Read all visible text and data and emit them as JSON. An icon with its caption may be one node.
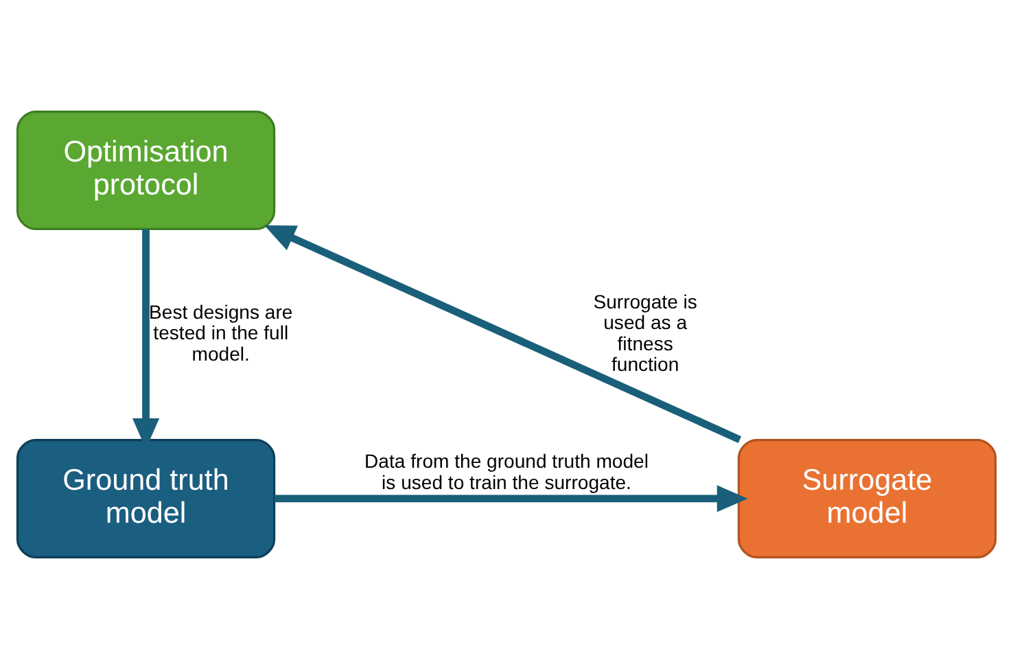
{
  "diagram": {
    "nodes": [
      {
        "text": [
          "Optimisation protocol"
        ]
      },
      {
        "text": [
          "Ground truth model"
        ]
      },
      {
        "text": [
          "Surrogate model"
        ]
      }
    ],
    "edges": [
      {
        "from": 0,
        "to": 1,
        "arrow": "to",
        "label": "Best designs are tested in the full model."
      },
      {
        "from": 1,
        "to": 2,
        "arrow": "to",
        "label": "Data from the ground truth model is used to train the surrogate."
      },
      {
        "from": 2,
        "to": 0,
        "arrow": "to",
        "label": "Surrogate is used as a fitness function"
      }
    ]
  }
}
